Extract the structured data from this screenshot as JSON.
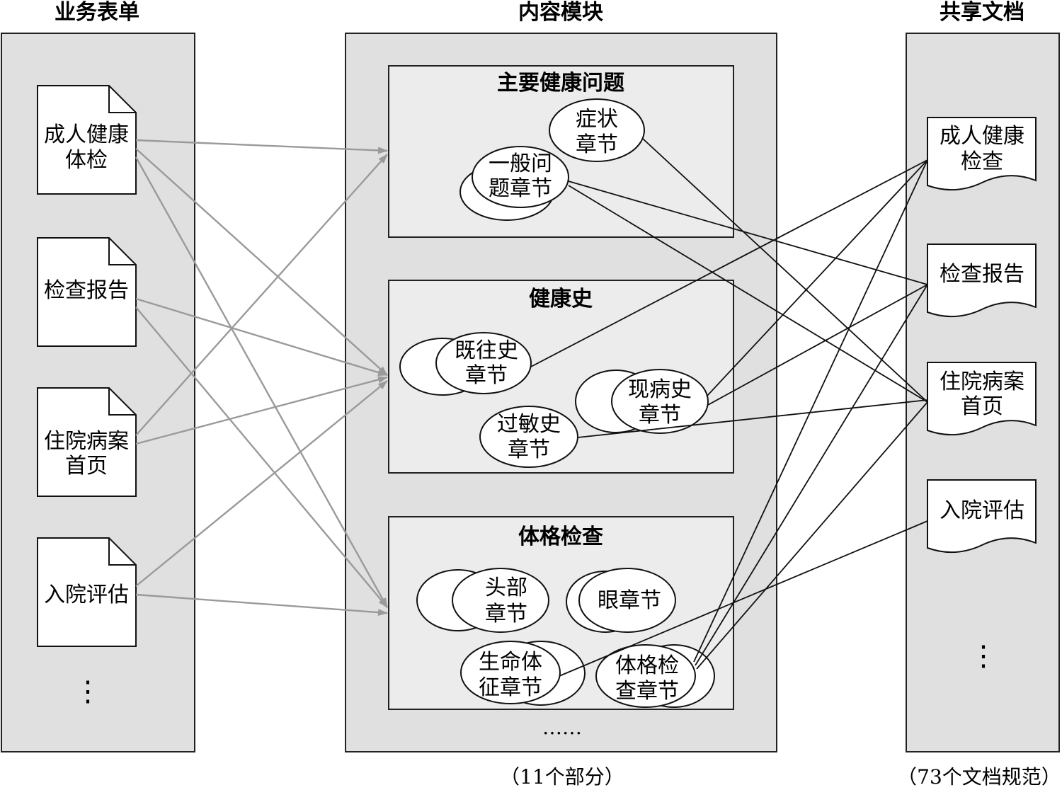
{
  "columns": {
    "forms": {
      "title": "业务表单"
    },
    "modules": {
      "title": "内容模块",
      "note": "（11个部分）"
    },
    "shared": {
      "title": "共享文档",
      "note": "（73个文档规范）"
    }
  },
  "forms": [
    {
      "id": "adult",
      "line1": "成人健康",
      "line2": "体检"
    },
    {
      "id": "exam",
      "line1": "检查报告",
      "line2": ""
    },
    {
      "id": "inpatient",
      "line1": "住院病案",
      "line2": "首页"
    },
    {
      "id": "admission",
      "line1": "入院评估",
      "line2": ""
    }
  ],
  "forms_more": "⋮",
  "modules": [
    {
      "id": "problems",
      "title": "主要健康问题"
    },
    {
      "id": "history",
      "title": "健康史"
    },
    {
      "id": "physical",
      "title": "体格检查"
    }
  ],
  "modules_more": "……",
  "sections": {
    "symptom": {
      "line1": "症状",
      "line2": "章节"
    },
    "general": {
      "line1": "一般问",
      "line2": "题章节"
    },
    "past": {
      "line1": "既往史",
      "line2": "章节"
    },
    "present": {
      "line1": "现病史",
      "line2": "章节"
    },
    "allergy": {
      "line1": "过敏史",
      "line2": "章节"
    },
    "head": {
      "line1": "头部",
      "line2": "章节"
    },
    "eye": {
      "line1": "眼章节",
      "line2": ""
    },
    "vital": {
      "line1": "生命体",
      "line2": "征章节"
    },
    "pe": {
      "line1": "体格检",
      "line2": "查章节"
    }
  },
  "shared_docs": [
    {
      "id": "adult_check",
      "line1": "成人健康",
      "line2": "检查"
    },
    {
      "id": "exam_report",
      "line1": "检查报告",
      "line2": ""
    },
    {
      "id": "inpatient_home",
      "line1": "住院病案",
      "line2": "首页"
    },
    {
      "id": "admission_eval",
      "line1": "入院评估",
      "line2": ""
    }
  ],
  "shared_more": "⋮",
  "colors": {
    "column": "#e0e0e0",
    "module": "#ececec",
    "gray_arrow": "#9a9a9a",
    "black_line": "#111111"
  }
}
